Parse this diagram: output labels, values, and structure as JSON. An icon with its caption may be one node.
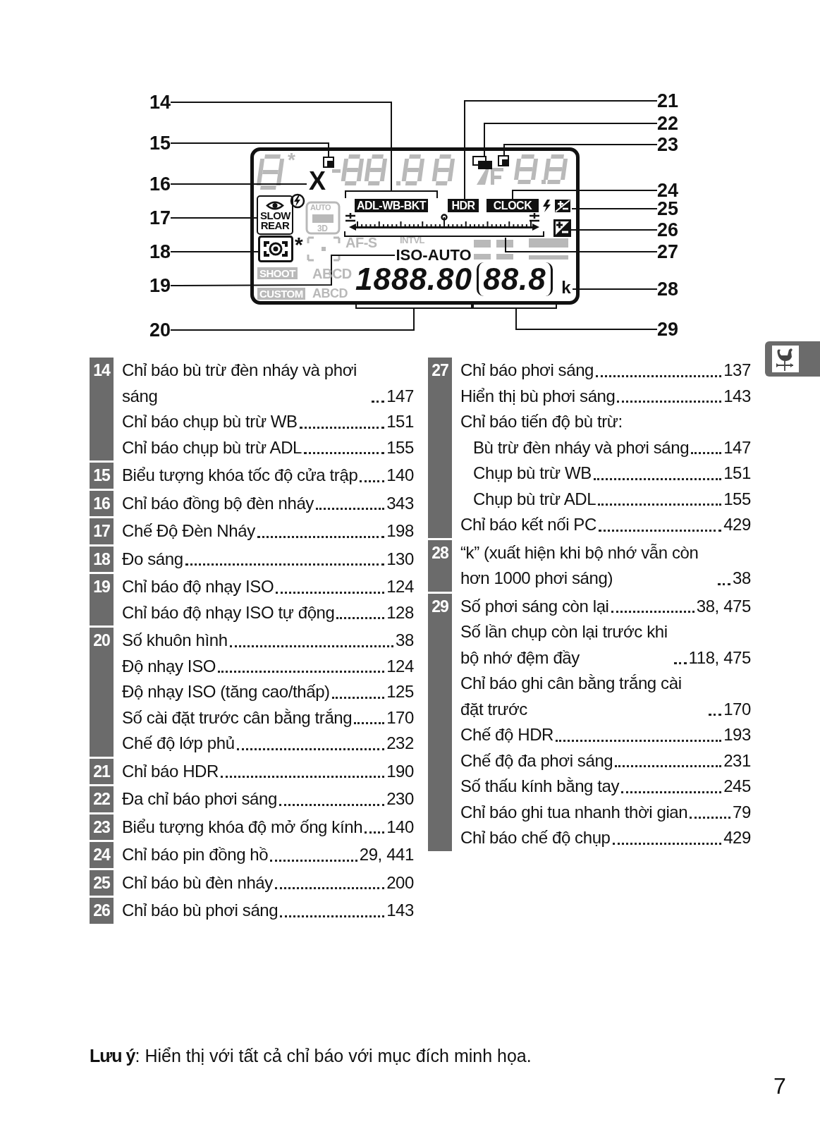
{
  "diagram": {
    "nodes": [
      {
        "text": [
          "14"
        ]
      },
      {
        "text": [
          "15"
        ]
      },
      {
        "text": [
          "16"
        ]
      },
      {
        "text": [
          "17"
        ]
      },
      {
        "text": [
          "18"
        ]
      },
      {
        "text": [
          "19"
        ]
      },
      {
        "text": [
          "20"
        ]
      },
      {
        "text": [
          "21"
        ]
      },
      {
        "text": [
          "22"
        ]
      },
      {
        "text": [
          "23"
        ]
      },
      {
        "text": [
          "24"
        ]
      },
      {
        "text": [
          "25"
        ]
      },
      {
        "text": [
          "26"
        ]
      },
      {
        "text": [
          "27"
        ]
      },
      {
        "text": [
          "28"
        ]
      },
      {
        "text": [
          "29"
        ]
      },
      {
        "text": [],
        "shape": "box"
      },
      {
        "text": [
          "ADL-WB-BKT"
        ],
        "in": 16
      },
      {
        "text": [],
        "shape": "box",
        "in": 16
      },
      {
        "text": [
          "X"
        ],
        "in": 16
      },
      {
        "text": [
          "SLOW REAR"
        ],
        "in": 16
      },
      {
        "text": [],
        "shape": "picture",
        "in": 16
      },
      {
        "text": [
          "ISO-AUTO"
        ],
        "in": 16
      },
      {
        "text": [
          "1888.80"
        ],
        "in": 16
      },
      {
        "text": [
          "HDR"
        ],
        "in": 16
      },
      {
        "text": [],
        "shape": "picture",
        "in": 16
      },
      {
        "text": [],
        "shape": "box",
        "in": 16
      },
      {
        "text": [
          "CLOCK"
        ],
        "in": 16
      },
      {
        "text": [],
        "shape": "picture",
        "in": 16
      },
      {
        "text": [],
        "shape": "picture",
        "in": 16
      },
      {
        "text": [],
        "shape": "bar",
        "in": 16
      },
      {
        "text": [
          "k"
        ],
        "in": 16
      },
      {
        "text": [
          "88.8"
        ],
        "in": 16
      }
    ],
    "edges": [
      {
        "from": 0,
        "to": 17,
        "arrow": "none"
      },
      {
        "from": 1,
        "to": 18,
        "arrow": "none"
      },
      {
        "from": 2,
        "to": 19,
        "arrow": "none"
      },
      {
        "from": 3,
        "to": 20,
        "arrow": "none"
      },
      {
        "from": 4,
        "to": 21,
        "arrow": "none"
      },
      {
        "from": 5,
        "to": 22,
        "arrow": "none"
      },
      {
        "from": 6,
        "to": 23,
        "arrow": "none"
      },
      {
        "from": 7,
        "to": 24,
        "arrow": "none"
      },
      {
        "from": 8,
        "to": 25,
        "arrow": "none"
      },
      {
        "from": 9,
        "to": 26,
        "arrow": "none"
      },
      {
        "from": 10,
        "to": 27,
        "arrow": "none"
      },
      {
        "from": 11,
        "to": 28,
        "arrow": "none"
      },
      {
        "from": 12,
        "to": 29,
        "arrow": "none"
      },
      {
        "from": 13,
        "to": 30,
        "arrow": "none"
      },
      {
        "from": 14,
        "to": 31,
        "arrow": "none"
      },
      {
        "from": 15,
        "to": 32,
        "arrow": "none"
      }
    ],
    "labels": [
      "*",
      "AUTO",
      "3D",
      "*",
      "AF-S",
      "INTVL",
      "SHOOT",
      "ABCD",
      "CUSTOM",
      "ABCD",
      "14",
      "Chỉ báo bù trừ đèn nháy và phơi sáng",
      "147",
      "Chỉ báo chụp bù trừ WB",
      "151",
      "Chỉ báo chụp bù trừ ADL",
      "155",
      "15",
      "Biểu tượng khóa tốc độ cửa trập",
      "140",
      "16",
      "Chỉ báo đồng bộ đèn nháy",
      "343",
      "17",
      "Chế Độ Đèn Nháy",
      "198",
      "18",
      "Đo sáng",
      "130",
      "19",
      "Chỉ báo độ nhạy ISO",
      "124",
      "Chỉ báo độ nhạy ISO tự động",
      "128",
      "20",
      "Số khuôn hình",
      "38",
      "Độ nhạy ISO",
      "124",
      "Độ nhạy ISO (tăng cao/thấp)",
      "125",
      "Số cài đặt trước cân bằng trắng",
      "170",
      "Chế độ lớp phủ",
      "232",
      "21",
      "Chỉ báo HDR",
      "190",
      "22",
      "Đa chỉ báo phơi sáng",
      "230",
      "23",
      "Biểu tượng khóa độ mở ống kính",
      "140",
      "24",
      "Chỉ báo pin đồng hồ",
      "29, 441",
      "25",
      "Chỉ báo bù đèn nháy",
      "200",
      "26",
      "Chỉ báo bù phơi sáng",
      "143",
      "27",
      "Chỉ báo phơi sáng",
      "137",
      "Hiển thị bù phơi sáng",
      "143",
      "Chỉ báo tiến độ bù trừ:",
      "Bù trừ đèn nháy và phơi sáng",
      "147",
      "Chụp bù trừ WB",
      "151",
      "Chụp bù trừ ADL",
      "155",
      "Chỉ báo kết nối PC",
      "429",
      "28",
      "“k” (xuất hiện khi bộ nhớ vẫn còn hơn 1000 phơi sáng)",
      "38",
      "29",
      "Số phơi sáng còn lại",
      "38, 475",
      "Số lần chụp còn lại trước khi bộ nhớ đệm đầy",
      "118, 475",
      "Chỉ báo ghi cân bằng trắng cài đặt trước",
      "170",
      "Chế độ HDR",
      "193",
      "Chế độ đa phơi sáng",
      "231",
      "Số thấu kính bằng tay",
      "245",
      "Chỉ báo ghi tua nhanh thời gian",
      "79",
      "Chỉ báo chế độ chụp",
      "429",
      "**Lưu ý**: Hiển thị với tất cả chỉ báo với mục đích minh họa.",
      "7"
    ]
  }
}
